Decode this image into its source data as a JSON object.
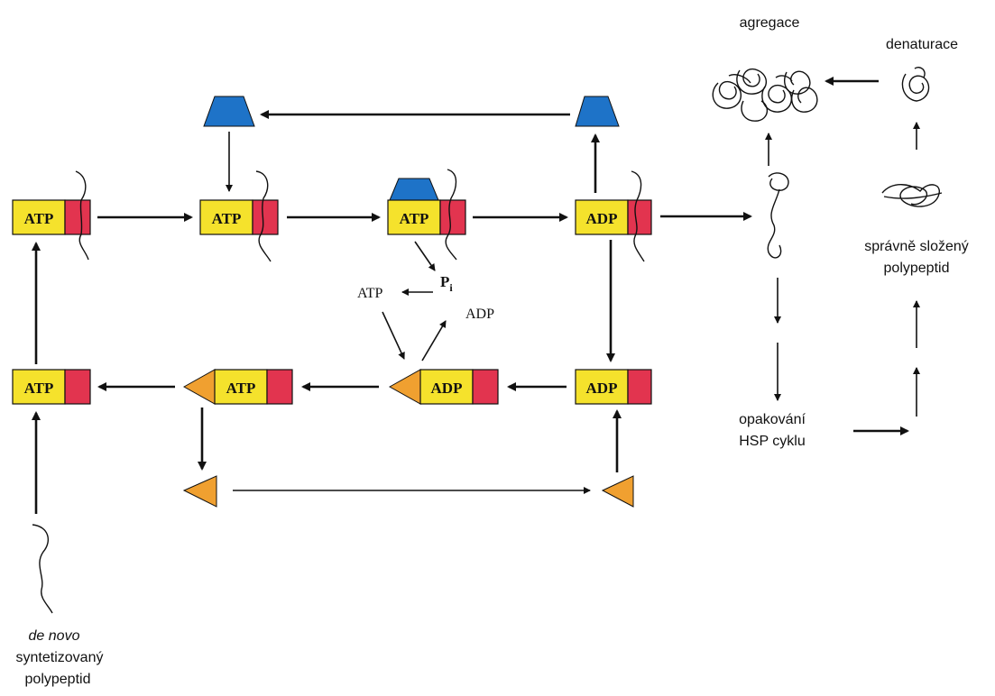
{
  "colors": {
    "atp_box": "#f5e22c",
    "substrate_box": "#e2344f",
    "cochaperone": "#1e73c8",
    "nucleotide_exchange": "#f0a030",
    "line": "#111111"
  },
  "nucleotides": {
    "atp": "ATP",
    "adp": "ADP",
    "pi_main": "P",
    "pi_sub": "i"
  },
  "labels": {
    "aggregation": "agregace",
    "denaturation": "denaturace",
    "repeat_line1": "opakování",
    "repeat_line2": "HSP cyklu",
    "folded_line1": "správně složený",
    "folded_line2": "polypeptid",
    "denovo_italic": "de novo",
    "denovo_line2": "syntetizovaný",
    "denovo_line3": "polypeptid"
  }
}
